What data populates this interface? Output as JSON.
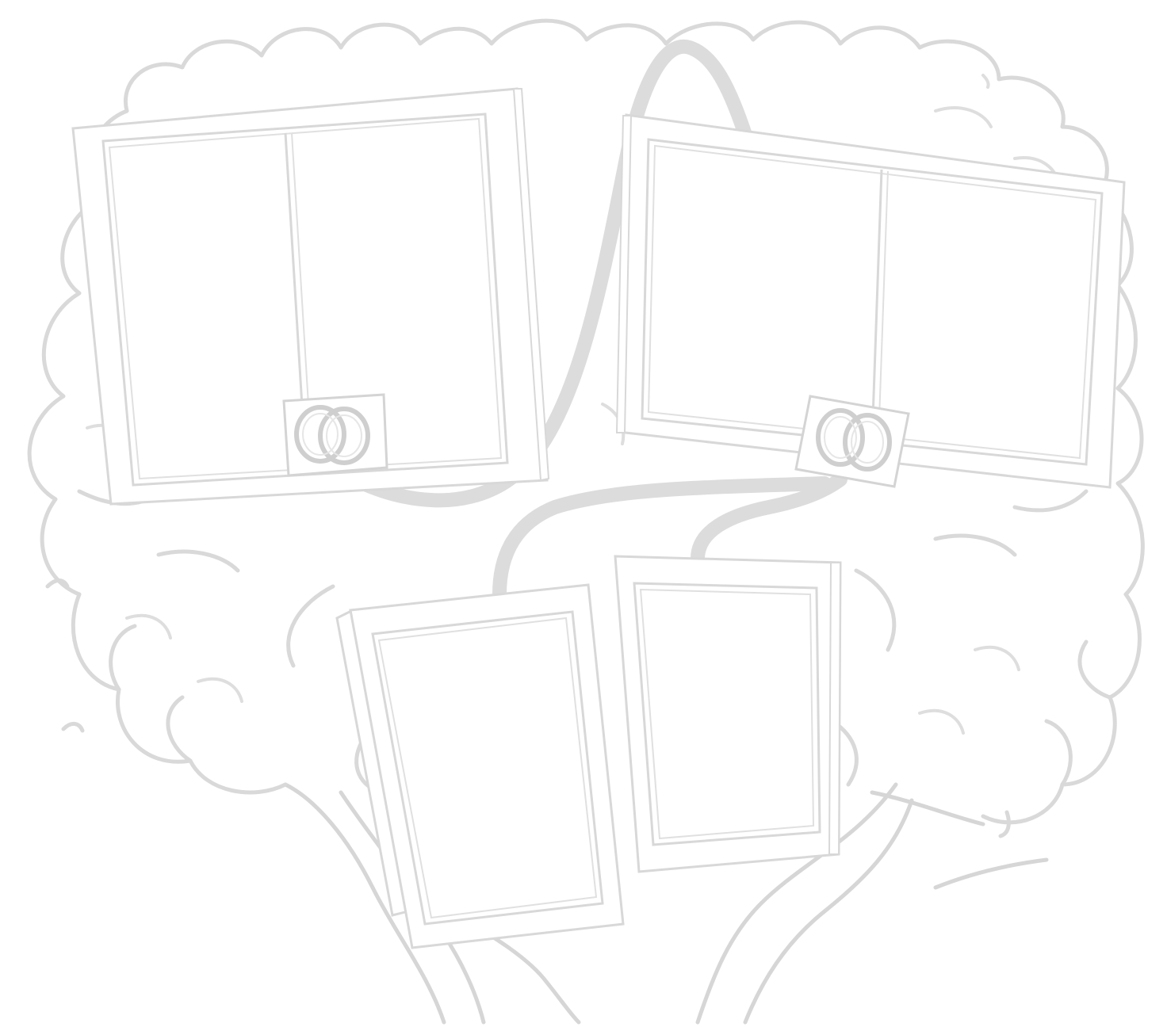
{
  "illustration": {
    "subject": "family-tree-template",
    "colors": {
      "background": "#ffffff",
      "line": "#d6d6d6",
      "ribbon": "#dcdcdc",
      "frame_fill": "#ffffff"
    },
    "frames": [
      {
        "name": "top-left-double-frame",
        "panels": 2,
        "has_rings": true
      },
      {
        "name": "top-right-double-frame",
        "panels": 2,
        "has_rings": true
      },
      {
        "name": "bottom-left-single-frame",
        "panels": 1,
        "has_rings": false
      },
      {
        "name": "bottom-right-single-frame",
        "panels": 1,
        "has_rings": false
      }
    ],
    "icons": [
      "wedding-rings-icon",
      "wedding-rings-icon"
    ]
  }
}
